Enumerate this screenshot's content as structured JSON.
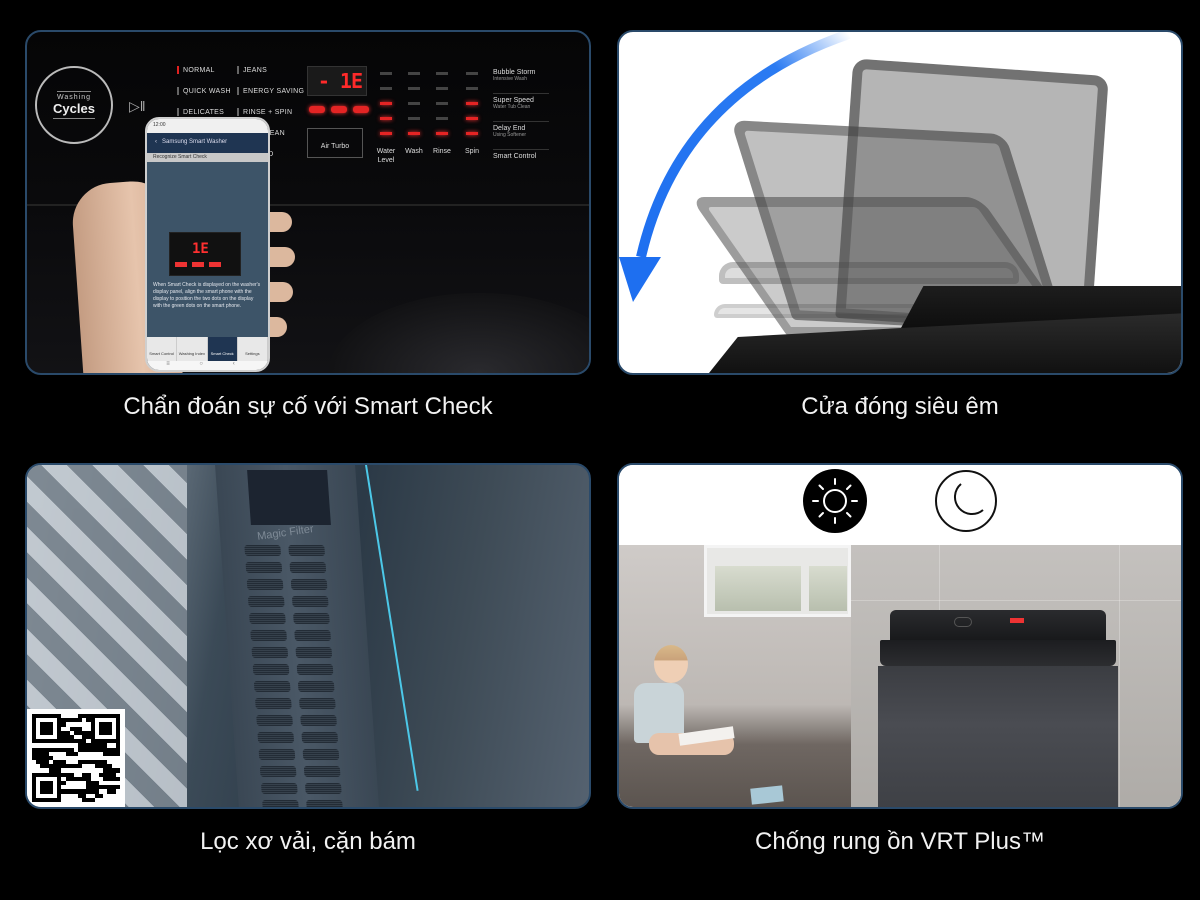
{
  "panels": [
    {
      "id": "smart-check",
      "caption": "Chẩn đoán sự cố với Smart Check",
      "image": {
        "washing_cycles_label_small": "Washing",
        "washing_cycles_label_big": "Cycles",
        "cycle_programs_col1": [
          "NORMAL",
          "QUICK WASH",
          "DELICATES"
        ],
        "cycle_programs_col2": [
          "JEANS",
          "ENERGY SAVING",
          "RINSE + SPIN",
          "TUB CLEAN",
          "LOADED"
        ],
        "display_value": "- 1E",
        "air_turbo_label": "Air Turbo",
        "grid_labels": [
          "Water Level",
          "Wash",
          "Rinse",
          "Spin"
        ],
        "options": [
          {
            "label": "Bubble Storm",
            "sub": "Intensive Wash"
          },
          {
            "label": "Super Speed",
            "sub": "Water Tub Clean"
          },
          {
            "label": "Delay End",
            "sub": "Using Softener"
          },
          {
            "label": "Smart Control",
            "sub": ""
          }
        ],
        "phone": {
          "status_time": "12:00",
          "app_title": "Samsung Smart Washer",
          "sub_title": "Recognize Smart Check",
          "display_value": "1E",
          "instructions": "When Smart Check is displayed on the washer's display panel, align the smart phone with the display to position the two dots on the display with the green dots on the smart phone.",
          "nav_items": [
            "Smart Control",
            "Washing Index",
            "Smart Check",
            "Settings"
          ],
          "active_nav": "Smart Check",
          "home_bar": "≡ ○ ‹"
        }
      }
    },
    {
      "id": "soft-close-lid",
      "caption": "Cửa đóng siêu êm",
      "image": {
        "arrow_color": "#1e6ff0"
      }
    },
    {
      "id": "magic-filter",
      "caption": "Lọc xơ vải, cặn bám",
      "image": {
        "filter_label": "Magic Filter",
        "flow_line_color": "#4cc8e8"
      }
    },
    {
      "id": "vrt-plus",
      "caption": "Chống rung ồn VRT Plus™",
      "image": {
        "icons": [
          "sun-icon",
          "moon-icon"
        ]
      }
    }
  ],
  "colors": {
    "background": "#000000",
    "panel_border": "#2a4a6a",
    "caption_text": "#f2f2f2"
  }
}
